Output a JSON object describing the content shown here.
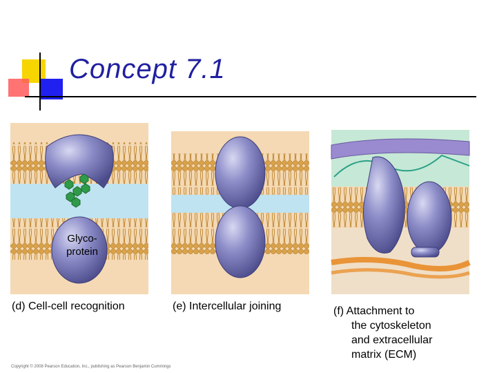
{
  "slide": {
    "title": "Concept 7.1",
    "colors": {
      "title": "#1f1fa0",
      "rule": "#000000",
      "square_yellow": "#f7d500",
      "square_blue": "#1c1cf0",
      "square_red": "#ff4040"
    }
  },
  "panels": {
    "d": {
      "caption": "(d) Cell-cell recognition",
      "label": {
        "line1": "Glyco-",
        "line2": "protein"
      }
    },
    "e": {
      "caption": "(e) Intercellular joining"
    },
    "f": {
      "caption": {
        "line1": "(f) Attachment to",
        "line2": "the cytoskeleton",
        "line3": "and extracellular",
        "line4": "matrix (ECM)"
      }
    }
  },
  "copyright": "Copyright © 2008 Pearson Education, Inc., publishing as Pearson Benjamin Cummings",
  "icons": [
    "title-decoration-squares",
    "glycoprotein-icon",
    "sugar-chain-icon",
    "junction-protein-icon",
    "integrin-icon",
    "cytoskeleton-fiber-icon",
    "ecm-fiber-icon"
  ]
}
